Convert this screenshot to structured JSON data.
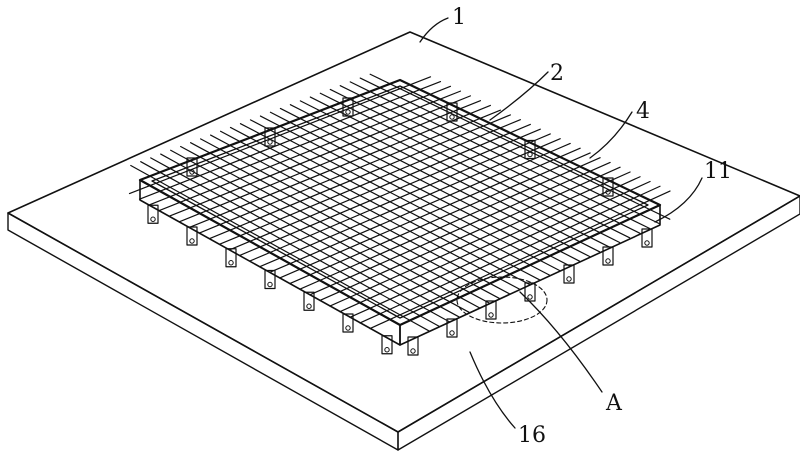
{
  "figure": {
    "labels": [
      {
        "id": "ref-1",
        "text": "1"
      },
      {
        "id": "ref-2",
        "text": "2"
      },
      {
        "id": "ref-4",
        "text": "4"
      },
      {
        "id": "ref-11",
        "text": "11"
      },
      {
        "id": "ref-A",
        "text": "A"
      },
      {
        "id": "ref-16",
        "text": "16"
      }
    ],
    "colors": {
      "line": "#111111",
      "background": "#ffffff"
    }
  }
}
